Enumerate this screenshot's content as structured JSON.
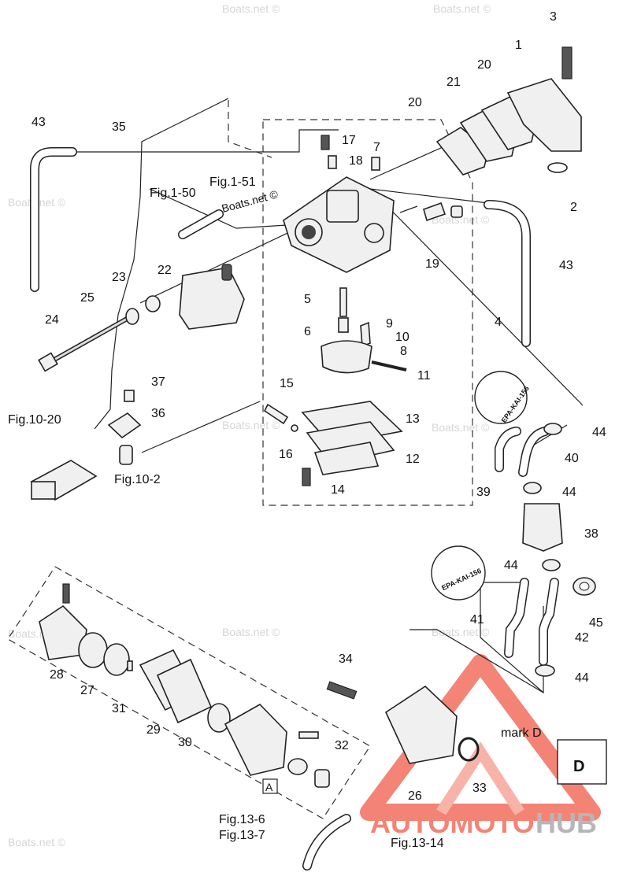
{
  "watermarks": [
    "Boats.net ©"
  ],
  "callouts": [
    "1",
    "2",
    "3",
    "4",
    "5",
    "6",
    "7",
    "8",
    "9",
    "10",
    "11",
    "12",
    "13",
    "14",
    "15",
    "16",
    "17",
    "18",
    "19",
    "20",
    "20",
    "21",
    "22",
    "23",
    "24",
    "25",
    "26",
    "27",
    "28",
    "29",
    "30",
    "31",
    "32",
    "33",
    "34",
    "36",
    "37",
    "38",
    "39",
    "40",
    "41",
    "42",
    "43",
    "43",
    "44",
    "44",
    "44",
    "44",
    "45",
    "35"
  ],
  "figure_refs": [
    "Fig.1-50",
    "Fig.1-51",
    "Fig.10-20",
    "Fig.10-2",
    "Fig.13-6",
    "Fig.13-7",
    "Fig.13-14"
  ],
  "stamps": [
    "EPA-KAI-156",
    "EPA-KAI-156"
  ],
  "inset": {
    "label": "mark D",
    "glyph": "D"
  },
  "view_marker": "A",
  "logo": {
    "text_primary": "AUTOMOTO",
    "text_secondary": "HUB",
    "brand_color": "#f26f5e",
    "secondary_color": "#a9aaac"
  },
  "near_carb_watermark": "Boats.net ©"
}
